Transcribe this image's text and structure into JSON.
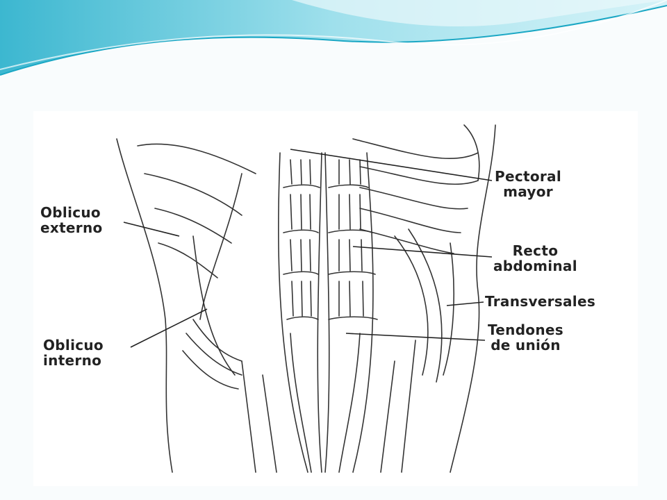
{
  "slide": {
    "accent_colors": [
      "#1aa7c4",
      "#9fe0ec",
      "#d6f3f8"
    ]
  },
  "diagram": {
    "subject": "abdominal-muscles-front-view",
    "labels": {
      "pectoral_mayor_1": "Pectoral",
      "pectoral_mayor_2": "mayor",
      "oblicuo_externo_1": "Oblicuo",
      "oblicuo_externo_2": "externo",
      "recto_abdominal_1": "Recto",
      "recto_abdominal_2": "abdominal",
      "transversales": "Transversales",
      "oblicuo_interno_1": "Oblicuo",
      "oblicuo_interno_2": "interno",
      "tendones_1": "Tendones",
      "tendones_2": "de unión"
    }
  }
}
